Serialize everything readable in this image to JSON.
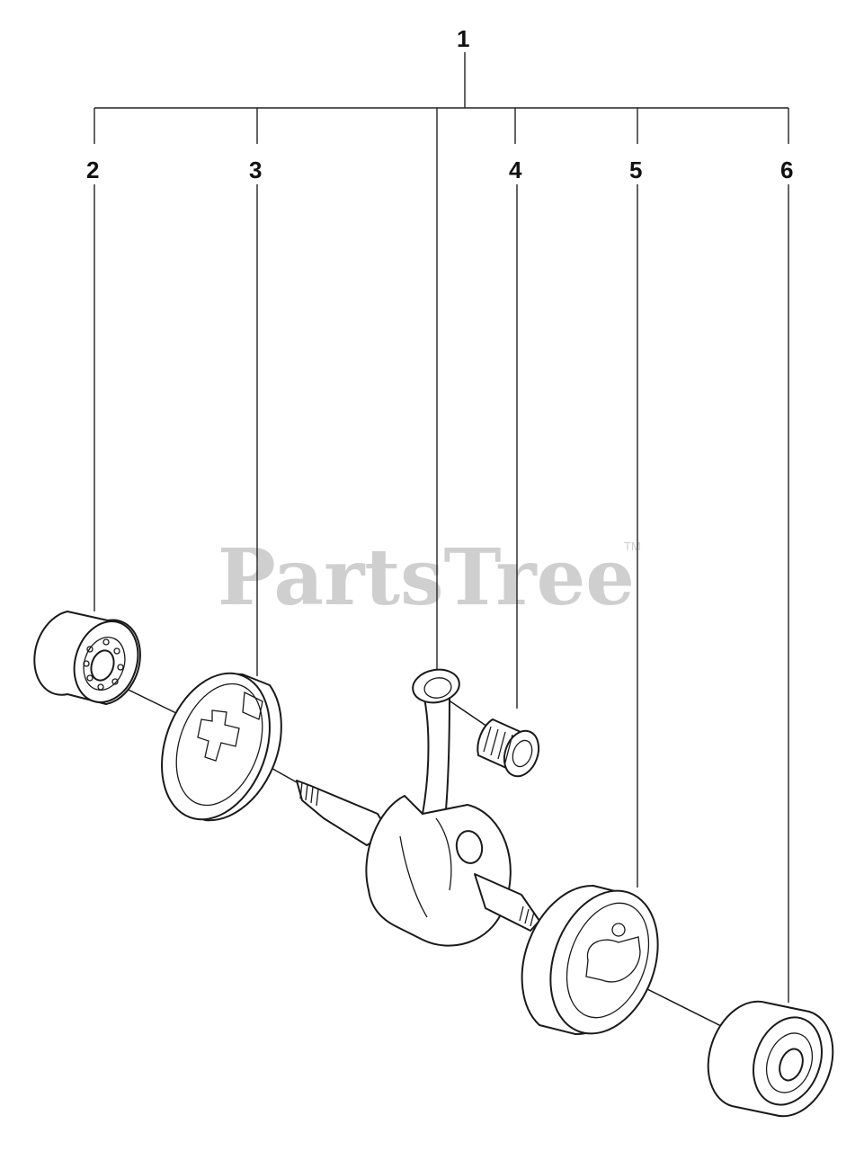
{
  "callouts": {
    "assembly": "1",
    "bearing_left": "2",
    "crank_half_left": "3",
    "needle_bearing": "4",
    "crank_half_right": "5",
    "bearing_right": "6"
  },
  "watermark": {
    "text": "PartsTree",
    "trademark": "TM"
  }
}
